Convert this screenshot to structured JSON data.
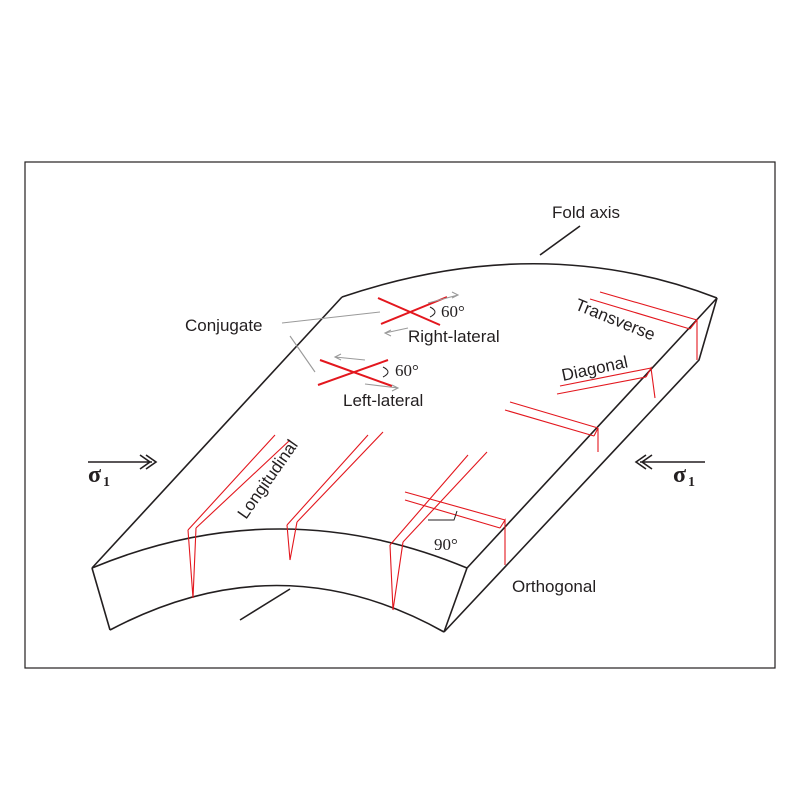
{
  "labels": {
    "fold_axis": "Fold axis",
    "conjugate": "Conjugate",
    "right_lateral": "Right-lateral",
    "left_lateral": "Left-lateral",
    "angle_right": "60°",
    "angle_left": "60°",
    "transverse": "Transverse",
    "diagonal": "Diagonal",
    "longitudinal": "Longitudinal",
    "orthogonal": "Orthogonal",
    "angle_orthogonal": "90°",
    "sigma_left": "σ",
    "sigma_left_sub": "1",
    "sigma_right": "σ",
    "sigma_right_sub": "1"
  },
  "colors": {
    "fracture": "#e3171e",
    "outline": "#231f20",
    "leader": "#9a9a9a"
  }
}
